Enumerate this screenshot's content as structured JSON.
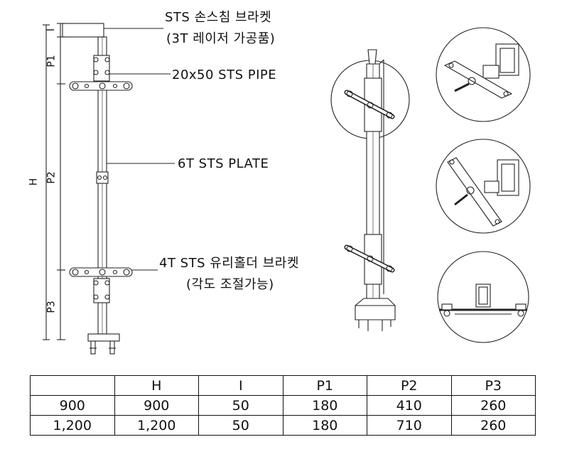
{
  "labels": {
    "bracket_line1": "STS 손스침 브라켓",
    "bracket_line2": "(3T 레이저 가공품)",
    "pipe": "20x50 STS PIPE",
    "plate": "6T STS PLATE",
    "holder_line1": "4T STS 유리홀더 브라켓",
    "holder_line2": "(각도 조절가능)"
  },
  "dims": {
    "H": "H",
    "I": "I",
    "P1": "P1",
    "P2": "P2",
    "P3": "P3"
  },
  "table": {
    "header": [
      "",
      "H",
      "I",
      "P1",
      "P2",
      "P3"
    ],
    "rows": [
      [
        "900",
        "900",
        "50",
        "180",
        "410",
        "260"
      ],
      [
        "1,200",
        "1,200",
        "50",
        "180",
        "710",
        "260"
      ]
    ]
  }
}
